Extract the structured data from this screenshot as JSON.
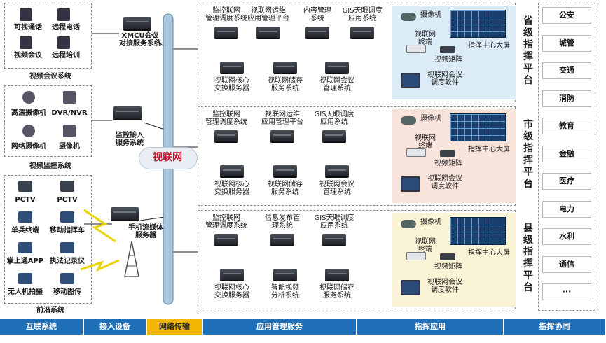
{
  "left": {
    "video_conf": {
      "items": [
        "可视通话",
        "远程电话",
        "视频会议",
        "远程培训"
      ],
      "caption": "视频会议系统"
    },
    "surveillance": {
      "items": [
        "高清摄像机",
        "DVR/NVR",
        "网络摄像机",
        "摄像机"
      ],
      "caption": "视频监控系统"
    },
    "frontline": {
      "items": [
        "PCTV",
        "PCTV",
        "单兵终端",
        "移动指挥车",
        "掌上通APP",
        "执法记录仪",
        "无人机拍摄",
        "移动图传"
      ],
      "caption": "前沿系统"
    }
  },
  "access": {
    "xmcu": "XMCU会议\n对接服务系统",
    "monitor_access": "监控接入\n服务系统",
    "mobile_media": "手机流媒体\n服务器"
  },
  "backbone_label": "视联网",
  "platforms": [
    {
      "title": "省级指挥平台",
      "top": [
        "监控联网\n管理调度系统",
        "视联网运维\n应用管理平台",
        "内容管理\n系统",
        "GIS天眼调度\n应用系统"
      ],
      "bottom": [
        "视联网核心\n交换服务器",
        "视联网储存\n服务系统",
        "视联网会议\n管理系统"
      ],
      "camera": "摄像机",
      "terminal": "视联网\n终端",
      "matrix": "视频矩阵",
      "wall": "指挥中心大屏",
      "software": "视联网会议\n调度软件"
    },
    {
      "title": "市级指挥平台",
      "top": [
        "监控联网\n管理调度系统",
        "视联网运维\n应用管理平台",
        "GIS天眼调度\n应用系统"
      ],
      "bottom": [
        "视联网核心\n交换服务器",
        "视联网储存\n服务系统",
        "视联网会议\n管理系统"
      ],
      "camera": "摄像机",
      "terminal": "视联网\n终端",
      "matrix": "视频矩阵",
      "wall": "指挥中心大屏",
      "software": "视联网会议\n调度软件"
    },
    {
      "title": "县级指挥平台",
      "top": [
        "监控联网\n管理调度系统",
        "信息发布管\n理系统",
        "GIS天眼调度\n应用系统"
      ],
      "bottom": [
        "视联网核心\n交换服务器",
        "智能视频\n分析系统",
        "视联网储存\n服务系统"
      ],
      "camera": "摄像机",
      "terminal": "视联网\n终端",
      "matrix": "视频矩阵",
      "wall": "指挥中心大屏",
      "software": "视联网会议\n调度软件"
    }
  ],
  "sectors": [
    "公安",
    "城管",
    "交通",
    "消防",
    "教育",
    "金融",
    "医疗",
    "电力",
    "水利",
    "通信",
    "···"
  ],
  "bottom_bar": [
    "互联系统",
    "接入设备",
    "网络传输",
    "应用管理服务",
    "指挥应用",
    "指挥协同"
  ],
  "colors": {
    "bar_blue": "#1f6fb8",
    "bar_highlight": "#f2b705",
    "backbone": "#a8c6de"
  }
}
